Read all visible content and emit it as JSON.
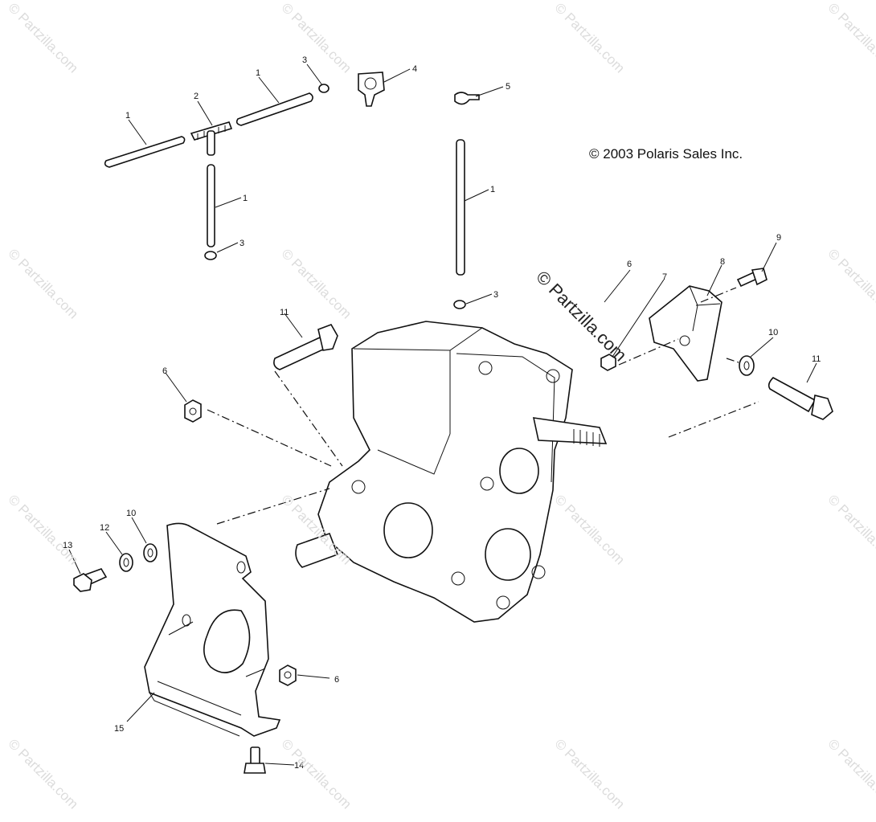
{
  "copyright": "© 2003 Polaris Sales Inc.",
  "watermark": "© Partzilla.com",
  "callouts": {
    "tube_a": "1",
    "tube_b": "1",
    "tube_c": "1",
    "tube_d": "1",
    "tee_fitting": "2",
    "clamp_a": "3",
    "clamp_b": "3",
    "clamp_c": "3",
    "breather_valve": "4",
    "clip": "5",
    "nut_a": "6",
    "nut_b": "6",
    "nut_c": "6",
    "nut_d": "7",
    "bracket_right": "8",
    "bolt_9": "9",
    "washer_a": "10",
    "washer_b": "10",
    "bolt_long_a": "11",
    "bolt_long_b": "11",
    "washer_12": "12",
    "bolt_13": "13",
    "bolt_14": "14",
    "bracket_left": "15"
  }
}
